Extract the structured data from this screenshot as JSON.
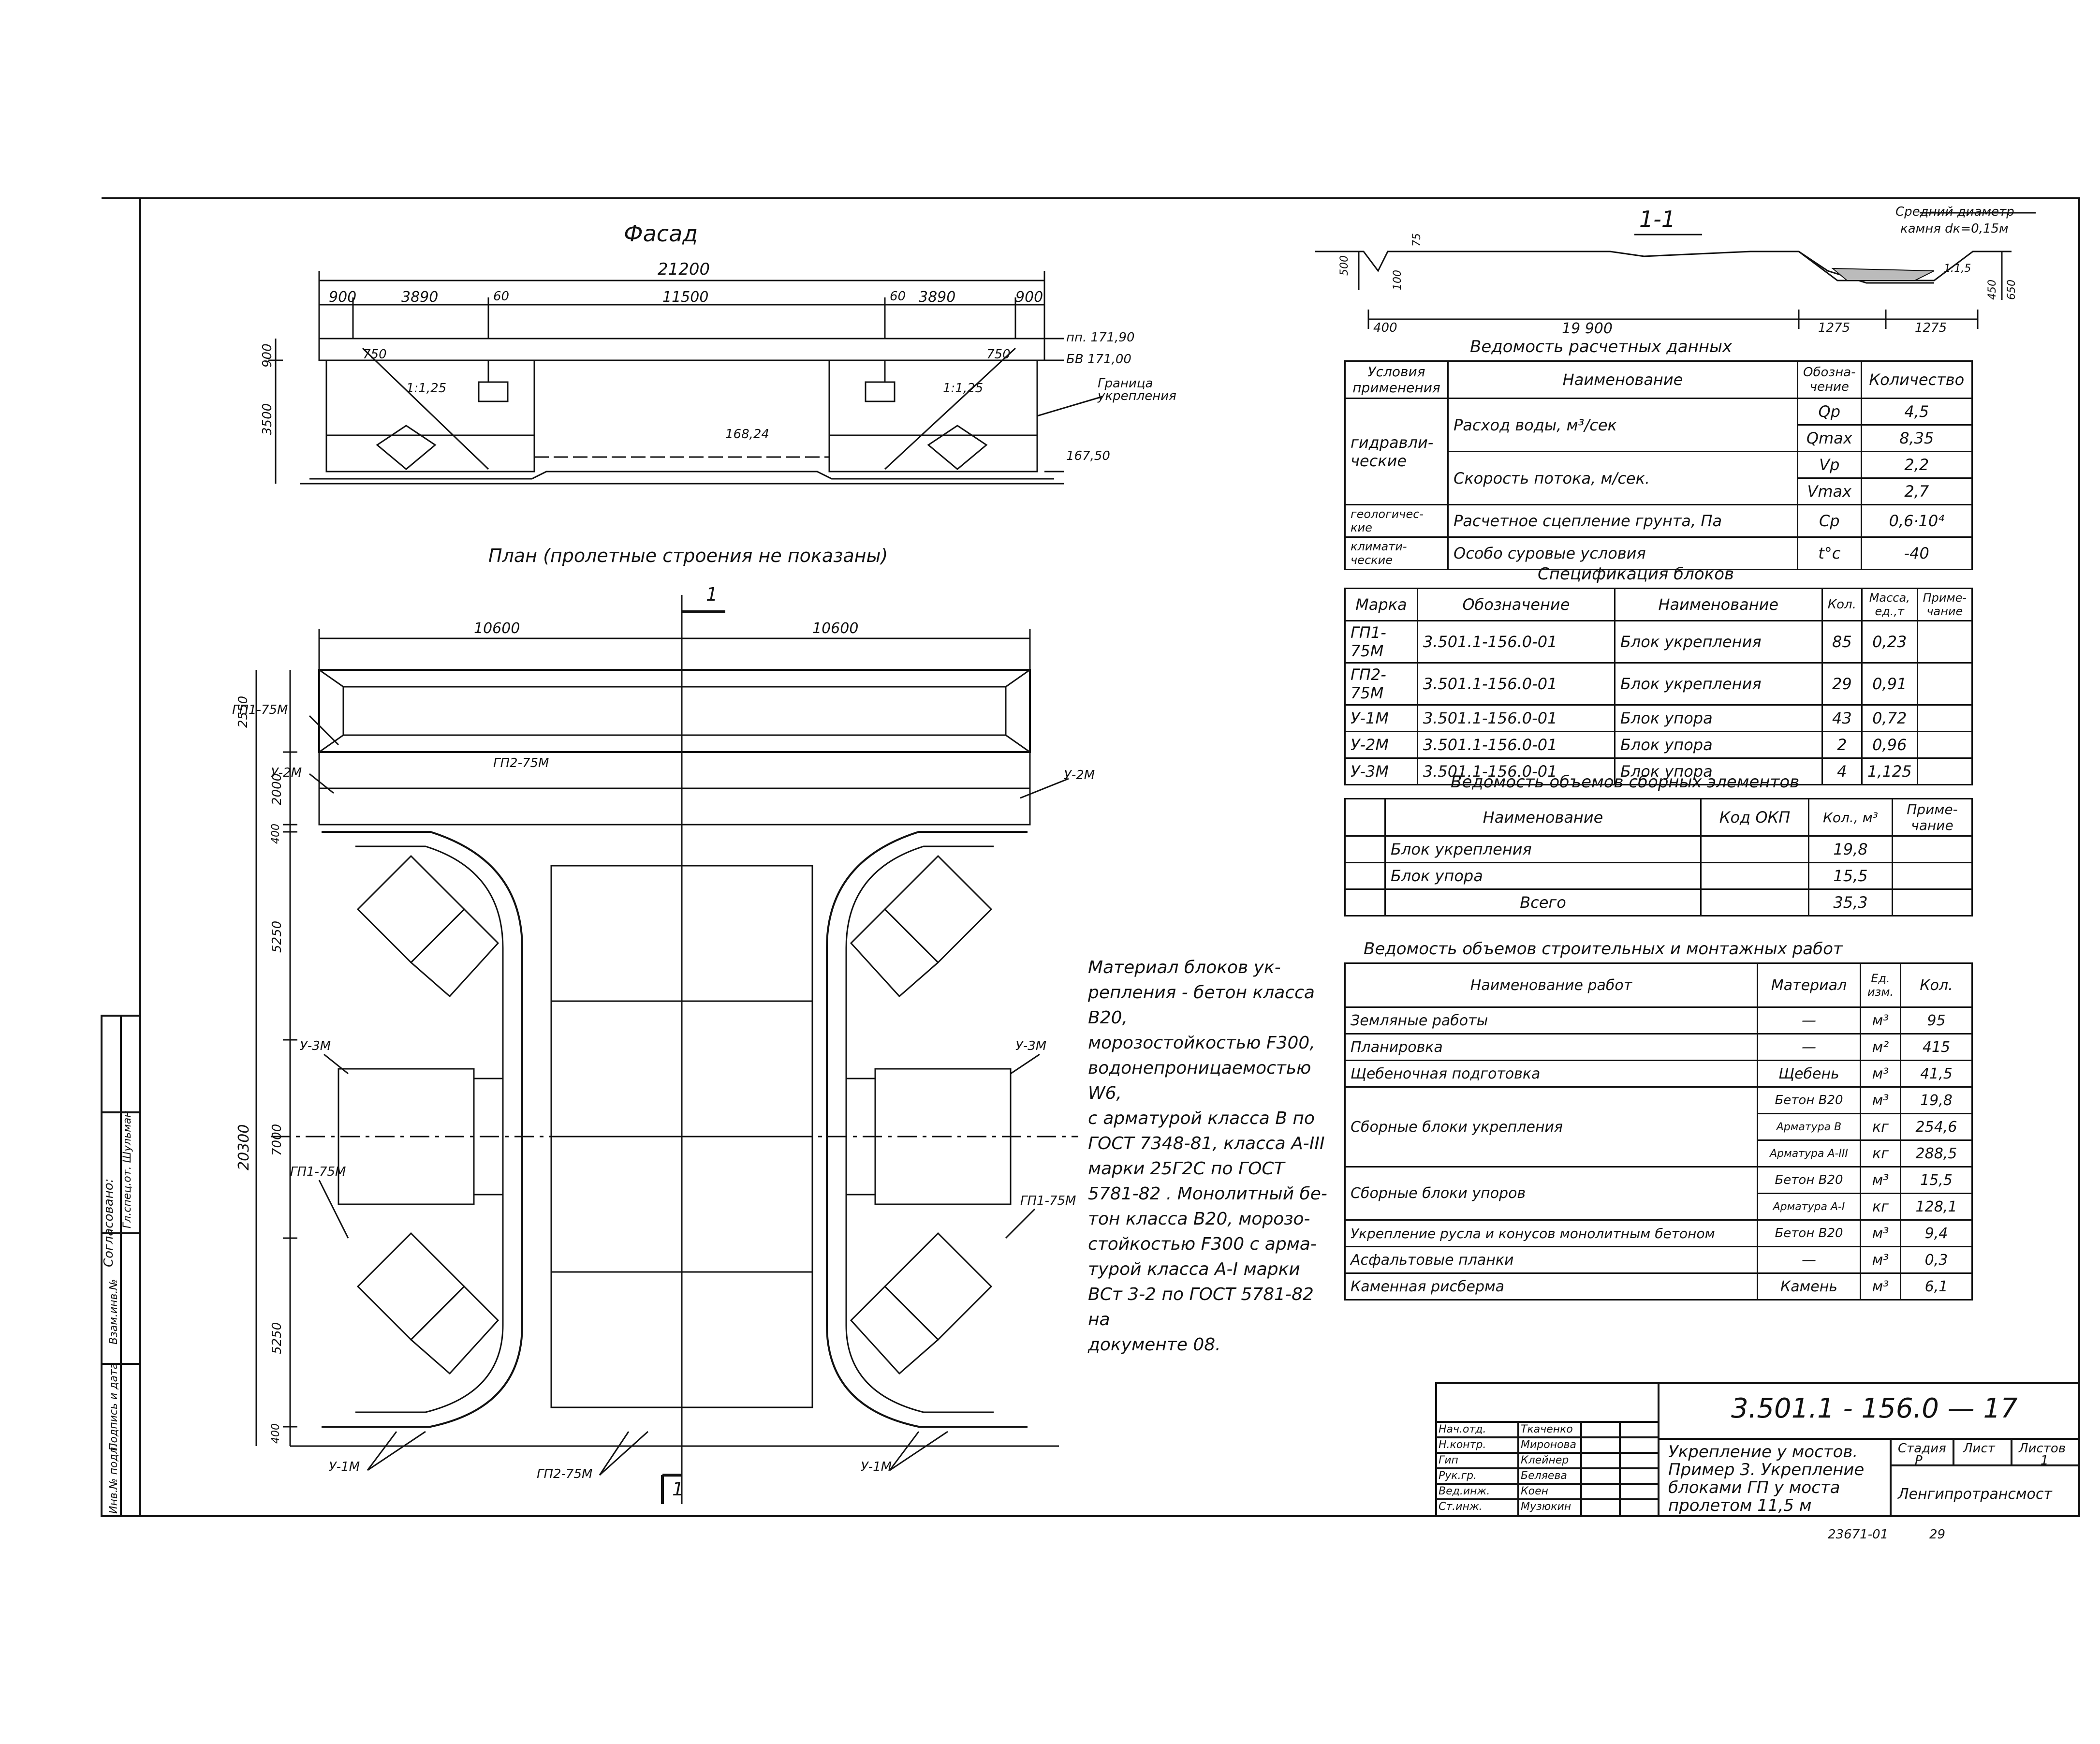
{
  "drawing": {
    "facade_title": "Фасад",
    "plan_title": "План (пролетные строения не показаны)",
    "section_title": "1-1",
    "section_mark": "1",
    "facade_dims": {
      "total": "21200",
      "d900a": "900",
      "d3890a": "3890",
      "d60a": "60",
      "d11500": "11500",
      "d60b": "60",
      "d3890b": "3890",
      "d900b": "900",
      "h900": "900",
      "h3500": "3500",
      "s750a": "750",
      "s750b": "750",
      "slope_a": "1:1,25",
      "slope_b": "1:1,25"
    },
    "facade_levels": {
      "pp": "пп. 171,90",
      "bv": "БВ 171,00",
      "water": "168,24",
      "bottom": "167,50",
      "boundary": "Граница укрепления"
    },
    "section_dims": {
      "h500": "500",
      "h100": "100",
      "h75": "75",
      "d400": "400",
      "d19900": "19 900",
      "d1275a": "1275",
      "d1275b": "1275",
      "h450": "450",
      "h650": "650",
      "slope": "1:1,5",
      "stone_note1": "Средний диаметр",
      "stone_note2": "камня dк=0,15м"
    },
    "plan_dims": {
      "w10600a": "10600",
      "w10600b": "10600",
      "h2550": "2550",
      "h2000": "2000",
      "h400a": "400",
      "h5250a": "5250",
      "h7000": "7000",
      "h5250b": "5250",
      "h400b": "400",
      "h20300": "20300"
    },
    "plan_labels": {
      "gp1_tl": "ГП1-75М",
      "u2_l": "У-2М",
      "gp2_top": "ГП2-75М",
      "u2_r": "У-2М",
      "u3_l": "У-3М",
      "u3_r": "У-3М",
      "gp1_l": "ГП1-75М",
      "gp1_r": "ГП1-75М",
      "u1_l": "У-1М",
      "gp2_bot": "ГП2-75М",
      "u1_r": "У-1М"
    },
    "note_lines": [
      "Материал блоков ук-",
      "репления - бетон класса В20,",
      "морозостойкостью F300,",
      "водонепроницаемостью W6,",
      "с арматурой класса В по",
      "ГОСТ 7348-81, класса А-III",
      "марки 25Г2С по ГОСТ",
      "5781-82 . Монолитный бе-",
      "тон класса В20, морозо-",
      "стойкостью F300 с арма-",
      "турой класса А-I марки",
      "ВСт 3-2 по ГОСТ 5781-82 на",
      "документе 08."
    ]
  },
  "tables": {
    "design": {
      "title": "Ведомость расчетных данных",
      "headers": [
        "Условия применения",
        "Наименование",
        "Обозна-чение",
        "Количество"
      ],
      "rows": [
        {
          "cond": "гидравли-ческие",
          "name": "Расход воды, м³/сек",
          "sym": "Qp",
          "val": "4,5"
        },
        {
          "cond": "",
          "name": "",
          "sym": "Qmax",
          "val": "8,35"
        },
        {
          "cond": "",
          "name": "Скорость потока, м/сек.",
          "sym": "Vp",
          "val": "2,2"
        },
        {
          "cond": "",
          "name": "",
          "sym": "Vmax",
          "val": "2,7"
        },
        {
          "cond": "геологичес-кие",
          "name": "Расчетное сцепление грунта, Па",
          "sym": "Cp",
          "val": "0,6·10⁴"
        },
        {
          "cond": "климати-ческие",
          "name": "Особо суровые условия",
          "sym": "t°c",
          "val": "-40"
        }
      ]
    },
    "spec": {
      "title": "Спецификация блоков",
      "headers": [
        "Марка",
        "Обозначение",
        "Наименование",
        "Кол.",
        "Масса, ед.,т",
        "Приме-чание"
      ],
      "rows": [
        [
          "ГП1-75М",
          "3.501.1-156.0-01",
          "Блок укрепления",
          "85",
          "0,23",
          ""
        ],
        [
          "ГП2-75М",
          "3.501.1-156.0-01",
          "Блок укрепления",
          "29",
          "0,91",
          ""
        ],
        [
          "У-1М",
          "3.501.1-156.0-01",
          "Блок упора",
          "43",
          "0,72",
          ""
        ],
        [
          "У-2М",
          "3.501.1-156.0-01",
          "Блок упора",
          "2",
          "0,96",
          ""
        ],
        [
          "У-3М",
          "3.501.1-156.0-01",
          "Блок упора",
          "4",
          "1,125",
          ""
        ]
      ]
    },
    "prefab": {
      "title": "Ведомость объемов сборных элементов",
      "headers": [
        "Наименование",
        "Код ОКП",
        "Кол., м³",
        "Приме-чание"
      ],
      "rows": [
        [
          "Блок укрепления",
          "",
          "19,8",
          ""
        ],
        [
          "Блок упора",
          "",
          "15,5",
          ""
        ],
        [
          "Всего",
          "",
          "35,3",
          ""
        ]
      ]
    },
    "works": {
      "title": "Ведомость объемов строительных и монтажных работ",
      "headers": [
        "Наименование работ",
        "Материал",
        "Ед. изм.",
        "Кол."
      ],
      "rows": [
        [
          "Земляные работы",
          "—",
          "м³",
          "95"
        ],
        [
          "Планировка",
          "—",
          "м²",
          "415"
        ],
        [
          "Щебеночная подготовка",
          "Щебень",
          "м³",
          "41,5"
        ],
        [
          "Сборные блоки укрепления",
          "Бетон В20",
          "м³",
          "19,8"
        ],
        [
          "",
          "Арматура В",
          "кг",
          "254,6"
        ],
        [
          "",
          "Арматура А-III",
          "кг",
          "288,5"
        ],
        [
          "Сборные блоки упоров",
          "Бетон В20",
          "м³",
          "15,5"
        ],
        [
          "",
          "Арматура А-I",
          "кг",
          "128,1"
        ],
        [
          "Укрепление русла и конусов монолитным бетоном",
          "Бетон В20",
          "м³",
          "9,4"
        ],
        [
          "Асфальтовые планки",
          "—",
          "м³",
          "0,3"
        ],
        [
          "Каменная рисберма",
          "Камень",
          "м³",
          "6,1"
        ]
      ]
    }
  },
  "title_block": {
    "code": "3.501.1 - 156.0 — 17",
    "roles": [
      "Нач.отд.",
      "Н.контр.",
      "Гип",
      "Рук.гр.",
      "Вед.инж.",
      "Ст.инж."
    ],
    "names": [
      "Ткаченко",
      "Миронова",
      "Клейнер",
      "Беляева",
      "Коен",
      "Музюкин"
    ],
    "title_lines": [
      "Укрепление у мостов.",
      "Пример 3. Укрепление",
      "блоками ГП у моста",
      "пролетом 11,5 м"
    ],
    "stage_h": "Стадия",
    "sheet_h": "Лист",
    "sheets_h": "Листов",
    "stage": "Р",
    "sheet": "",
    "sheets": "1",
    "org": "Ленгипротрансмост",
    "footer_num": "23671-01",
    "footer_page": "29"
  },
  "side_stamp": {
    "agreed": "Согласовано:",
    "agreed_names": "Гл.спец.от. Шульман",
    "cols": [
      "Инв.№ подл.",
      "Подпись и дата",
      "Взам.инв.№"
    ]
  }
}
